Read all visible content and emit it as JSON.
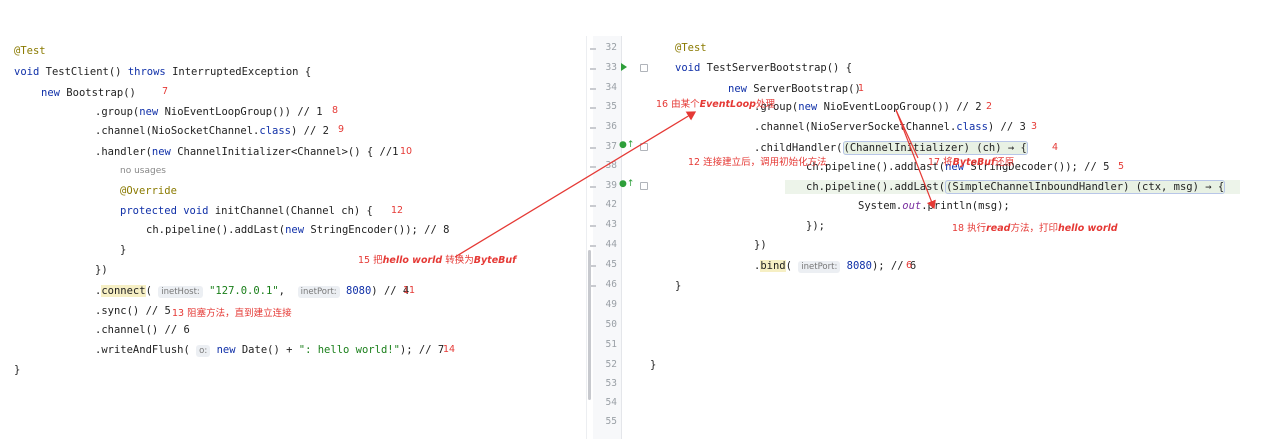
{
  "left": {
    "annotation": "@Test",
    "sig_kw": "void",
    "sig_name": "TestClient()",
    "sig_throws": "throws",
    "sig_exc": "InterruptedException {",
    "l_new_kw": "new",
    "l_new_rest": "Bootstrap()",
    "l_group_pre": ".group(",
    "l_group_kw": "new",
    "l_group_rest": "NioEventLoopGroup()) // 1",
    "l_channel": ".channel(NioSocketChannel.",
    "l_channel_kw": "class",
    "l_channel_rest": ") // 2",
    "l_handler_pre": ".handler(",
    "l_handler_kw": "new",
    "l_handler_rest": "ChannelInitializer<Channel>() { //1",
    "no_usages": "no usages",
    "override": "@Override",
    "init_kw": "protected void",
    "init_rest": "initChannel(Channel ch) {",
    "add_pre": "ch.pipeline().addLast(",
    "add_kw": "new",
    "add_rest": "StringEncoder()); // 8",
    "brace1": "}",
    "brace2": "})",
    "connect_pre": ".",
    "connect_name": "connect",
    "connect_open": "(",
    "hint_host": "inetHost:",
    "connect_str": "\"127.0.0.1\"",
    "connect_comma": ",",
    "hint_port": "inetPort:",
    "connect_port": "8080",
    "connect_rest": ") // 4",
    "sync": ".sync() // 5",
    "channel2": ".channel() // 6",
    "write_pre": ".writeAndFlush(",
    "hint_o": "o:",
    "write_kw": "new",
    "write_mid": "Date() + ",
    "write_str": "\": hello world!\"",
    "write_rest": "); // 7",
    "close": "}"
  },
  "right": {
    "line_numbers": [
      "32",
      "33",
      "34",
      "35",
      "36",
      "37",
      "38",
      "39",
      "42",
      "43",
      "44",
      "45",
      "46",
      "49",
      "50",
      "51",
      "52",
      "53",
      "54",
      "55"
    ],
    "annotation": "@Test",
    "sig_kw": "void",
    "sig_rest": "TestServerBootstrap() {",
    "new_kw": "new",
    "new_rest": "ServerBootstrap()",
    "group_pre": ".group(",
    "group_kw": "new",
    "group_rest": "NioEventLoopGroup()) // 2",
    "channel_pre": ".channel(NioServerSocketChannel.",
    "channel_kw": "class",
    "channel_rest": ") // 3",
    "child_pre": ".childHandler(",
    "child_box": "(ChannelInitializer) (ch) → {",
    "pipe1_pre": "ch.pipeline().addLast(",
    "pipe1_kw": "new",
    "pipe1_rest": "StringDecoder()); // 5",
    "pipe2_pre": "ch.pipeline().addLast(",
    "pipe2_box": "(SimpleChannelInboundHandler) (ctx, msg) → {",
    "sys_pre": "System.",
    "sys_field": "out",
    "sys_rest": ".println(msg);",
    "close1": "});",
    "close2": "})",
    "bind_pre": ".",
    "bind_name": "bind",
    "bind_open": "(",
    "hint_port": "inetPort:",
    "bind_port": "8080",
    "bind_rest": "); // 6",
    "close3": "}",
    "close4": "}"
  },
  "annotations": {
    "a7": "7",
    "a8": "8",
    "a9": "9",
    "a10": "10",
    "a12": "12",
    "a11": "11",
    "a13": "13 阻塞方法，直到建立连接",
    "a14": "14",
    "a15_pre": "15 把",
    "a15_b1": "hello world",
    "a15_mid": " 转换为",
    "a15_b2": "ByteBuf",
    "a1": "1",
    "a16_pre": "16 由某个",
    "a16_b": "EventLoop",
    "a16_post": "处理",
    "a2": "2",
    "a3": "3",
    "a4": "4",
    "a12r": "12 连接建立后，调用初始化方法",
    "a17_pre": "17 将",
    "a17_b": "ByteBuf",
    "a17_post": "还原",
    "a5": "5",
    "a18_pre": "18 执行",
    "a18_b1": "read",
    "a18_mid": "方法，打印",
    "a18_b2": "hello world",
    "a6": "6"
  },
  "colors": {
    "keyword": "#1030a8",
    "annotation": "#8a7a00",
    "string": "#1a7f1a",
    "red_annotation": "#e53935",
    "run_icon": "#2e9f3a"
  },
  "icons": [
    "run-icon",
    "implement-icon",
    "fold-icon"
  ]
}
